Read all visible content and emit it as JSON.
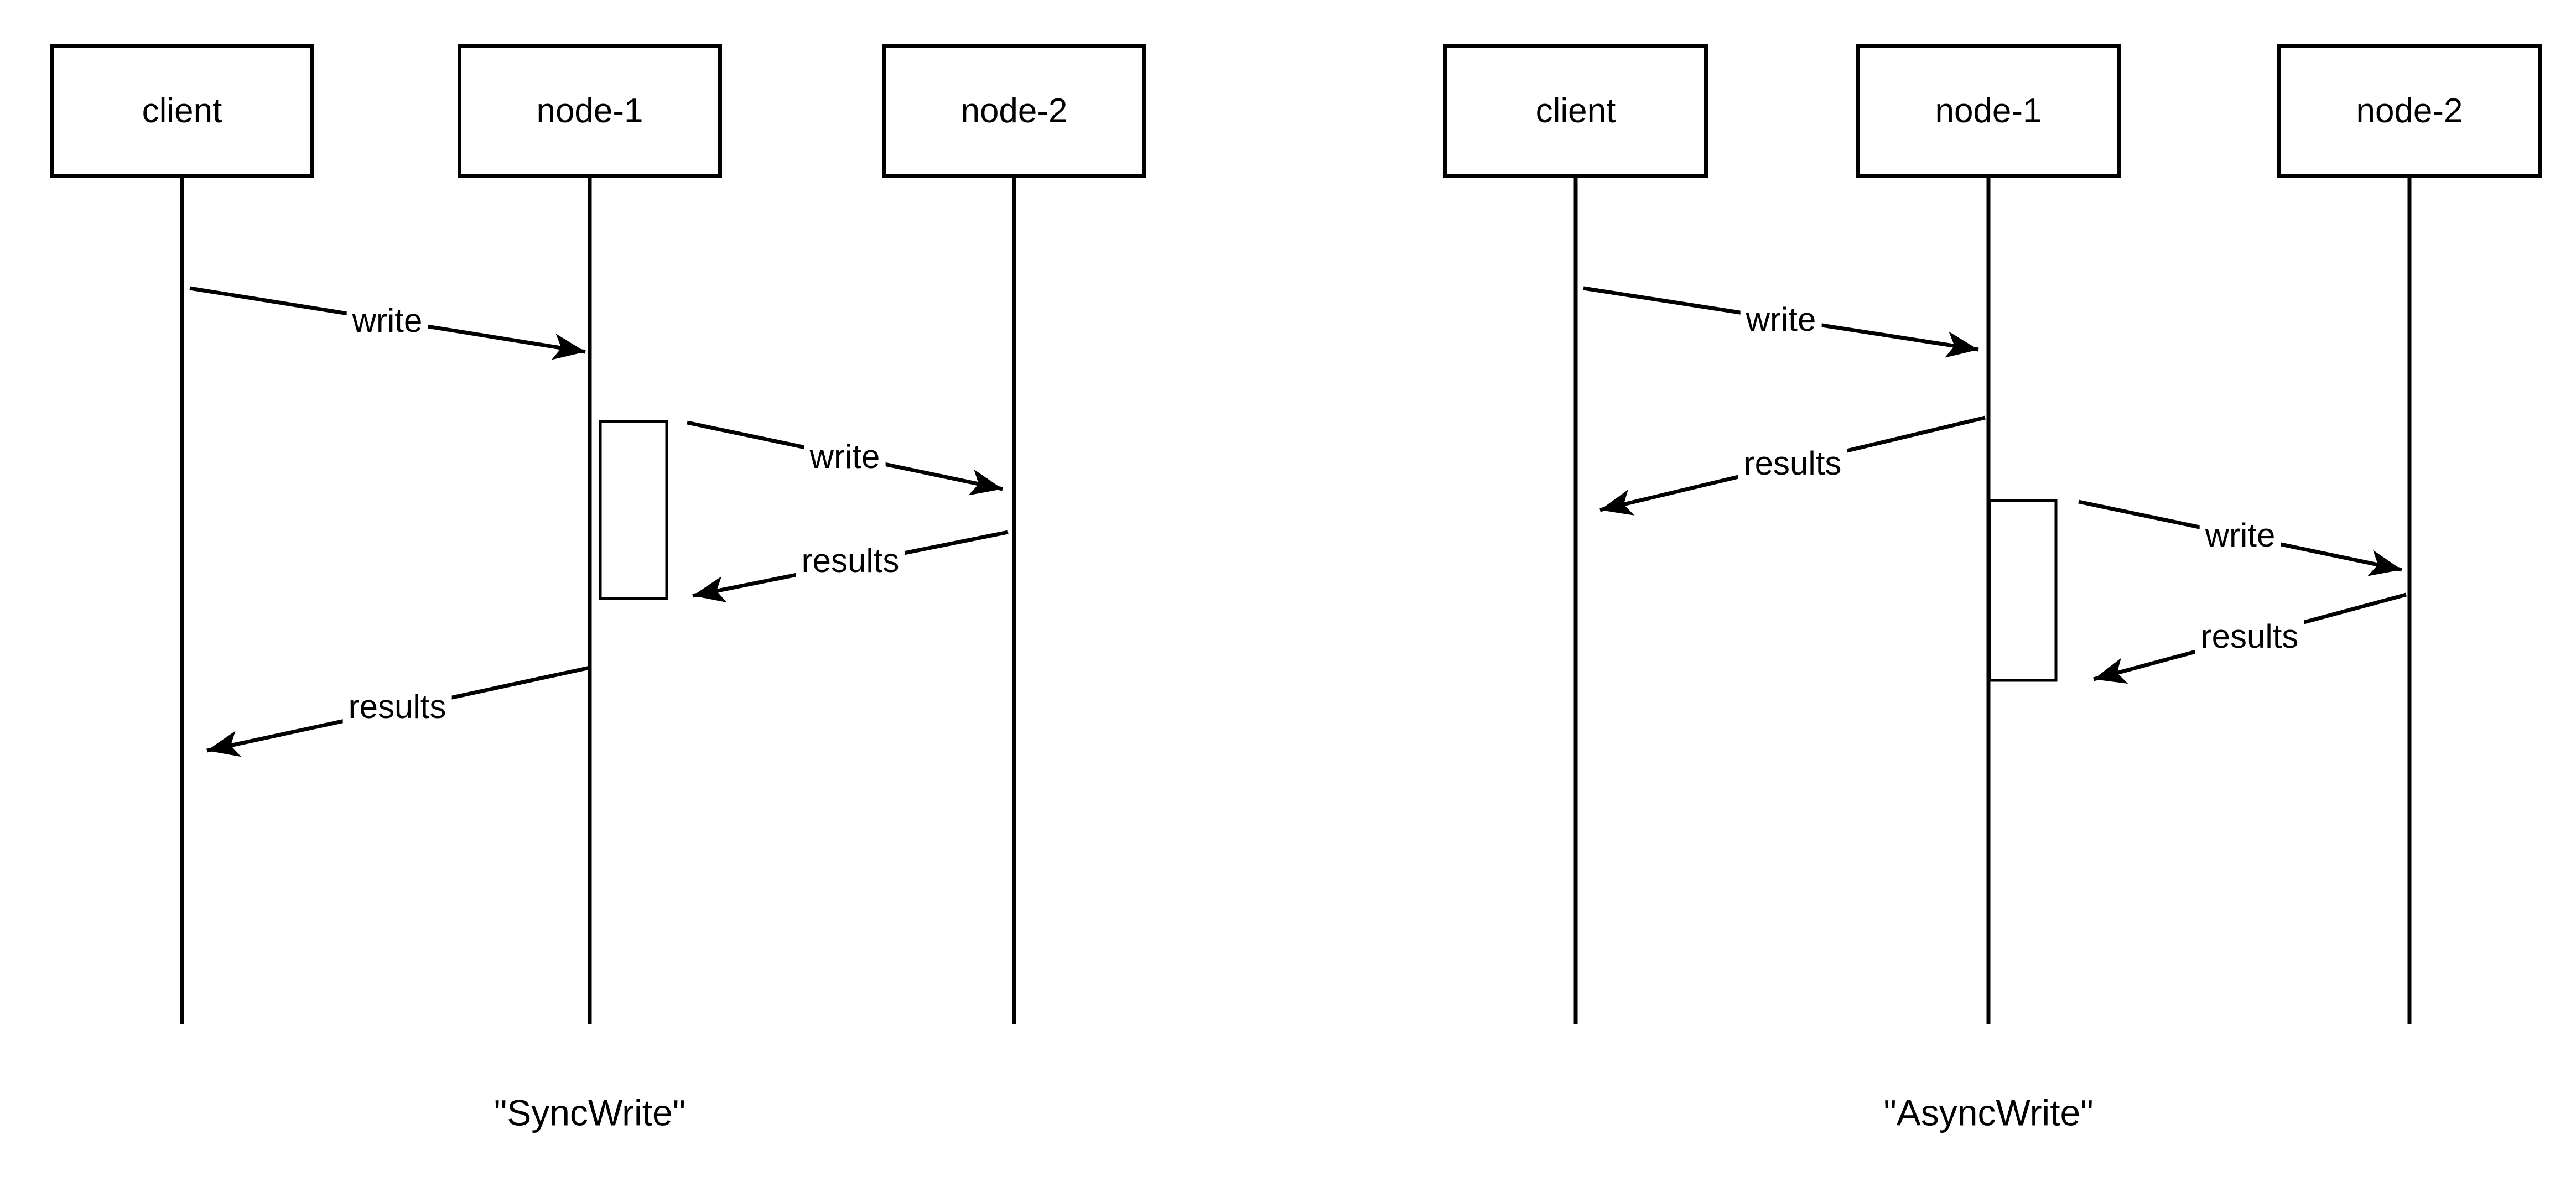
{
  "background": "#ffffff",
  "line_color": "#000000",
  "diagrams": [
    {
      "id": "sync",
      "caption": "\"SyncWrite\"",
      "actors": [
        {
          "label": "client"
        },
        {
          "label": "node-1"
        },
        {
          "label": "node-2"
        }
      ],
      "messages": [
        {
          "label": "write",
          "from": "client",
          "to": "node-1"
        },
        {
          "label": "write",
          "from": "node-1",
          "to": "node-2"
        },
        {
          "label": "results",
          "from": "node-2",
          "to": "node-1"
        },
        {
          "label": "results",
          "from": "node-1",
          "to": "client"
        }
      ]
    },
    {
      "id": "async",
      "caption": "\"AsyncWrite\"",
      "actors": [
        {
          "label": "client"
        },
        {
          "label": "node-1"
        },
        {
          "label": "node-2"
        }
      ],
      "messages": [
        {
          "label": "write",
          "from": "client",
          "to": "node-1"
        },
        {
          "label": "results",
          "from": "node-1",
          "to": "client"
        },
        {
          "label": "write",
          "from": "node-1",
          "to": "node-2"
        },
        {
          "label": "results",
          "from": "node-2",
          "to": "node-1"
        }
      ]
    }
  ]
}
